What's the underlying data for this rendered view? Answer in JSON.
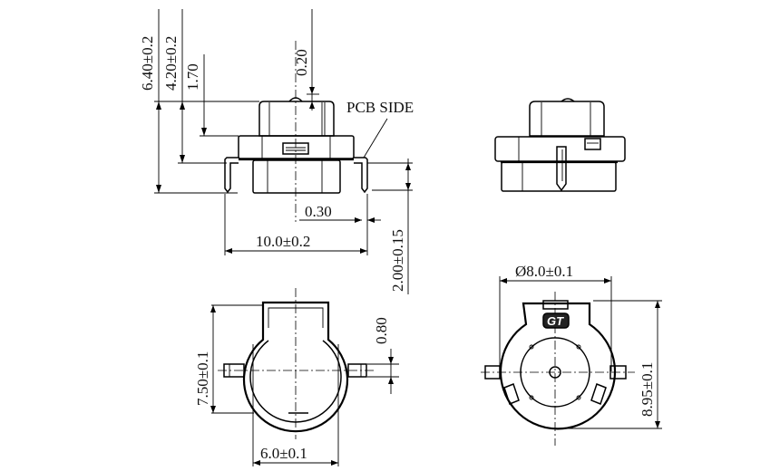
{
  "drawing": {
    "title": "Buzzer outline drawing",
    "annotations": {
      "pcb_side": "PCB SIDE"
    },
    "dimensions": {
      "overall_height": "6.40±0.2",
      "body_height": "4.20±0.2",
      "base_height": "1.70",
      "top_protrusion": "0.20",
      "pin_thickness": "0.30",
      "pin_span": "10.0±0.2",
      "pin_length": "2.00±0.15",
      "body_depth": "7.50±0.1",
      "pin_width": "0.80",
      "base_width": "6.0±0.1",
      "diameter": "Ø8.0±0.1",
      "total_length": "8.95±0.1"
    },
    "views": [
      {
        "name": "front-view"
      },
      {
        "name": "side-view"
      },
      {
        "name": "bottom-view"
      },
      {
        "name": "top-view"
      }
    ],
    "logo": "GT"
  }
}
